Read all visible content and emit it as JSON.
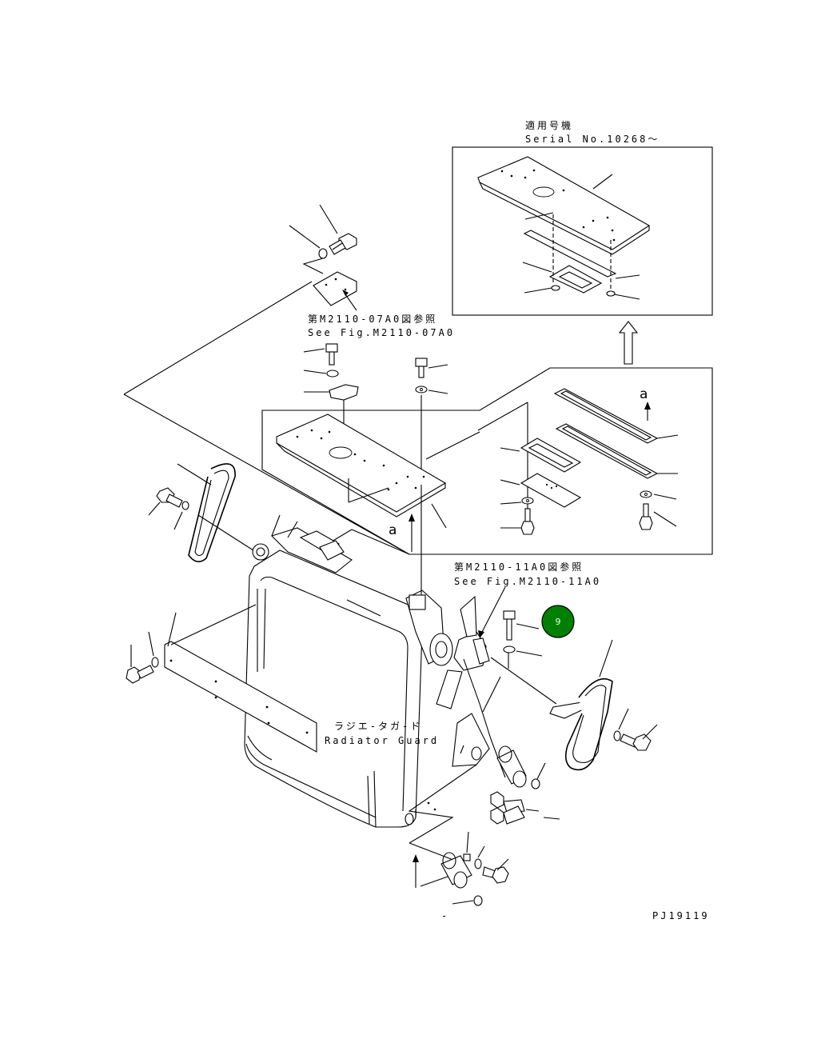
{
  "labels": {
    "serial_jp": "適用号機",
    "serial_en": "Serial No.10268～",
    "ref_07_jp": "第M2110-07A0図参照",
    "ref_07_en": "See Fig.M2110-07A0",
    "ref_11_jp": "第M2110-11A0図参照",
    "ref_11_en": "See Fig.M2110-11A0",
    "guard_jp": "ラジエ-タガ-ド",
    "guard_en": "Radiator Guard",
    "view_a": "a",
    "code": "PJ19119",
    "dash": "-"
  },
  "callout": {
    "number": "9",
    "color": "#008000",
    "border": "#000000"
  }
}
